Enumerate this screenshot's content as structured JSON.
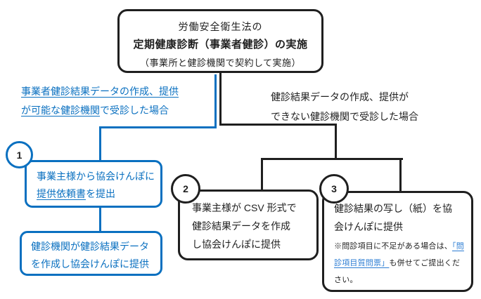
{
  "colors": {
    "structural_blue": "#0a70c0",
    "ink_black": "#1f1f1f",
    "link_blue": "#2b7cd3"
  },
  "top_box": {
    "line1": "労働安全衛生法の",
    "line2": "定期健康診断（事業者健診）の実施",
    "line3": "（事業所と健診機関で契約して実施）"
  },
  "left_case": {
    "line1_underlined": "事業者健診結果データの作成、提供",
    "line2_underlined": "が可能な健診機関",
    "line2_rest": "で受診した場合"
  },
  "right_case": {
    "line1": "健診結果データの作成、提供が",
    "line2": "できない健診機関で受診した場合"
  },
  "step1": {
    "number": "1",
    "line1": "事業主様から協会けんぽに",
    "line2_link": "提供依頼書",
    "line2_rest": "を提出"
  },
  "step1_result": {
    "line1": "健診機関が健診結果データ",
    "line2": "を作成し協会けんぽに提供"
  },
  "step2": {
    "number": "2",
    "line1": "事業主様が CSV 形式で",
    "line2": "健診結果データを作成",
    "line3": "し協会けんぽに提供"
  },
  "step3": {
    "number": "3",
    "line1": "健診結果の写し（紙）を協",
    "line2": "会けんぽに提供",
    "note_line1_text": "※問診項目に不足がある場合は、",
    "note_line1_link": "「問",
    "note_line2_link": "診項目質問票」",
    "note_line2_text": "も併せてご提出くだ",
    "note_line3": "さい。"
  }
}
